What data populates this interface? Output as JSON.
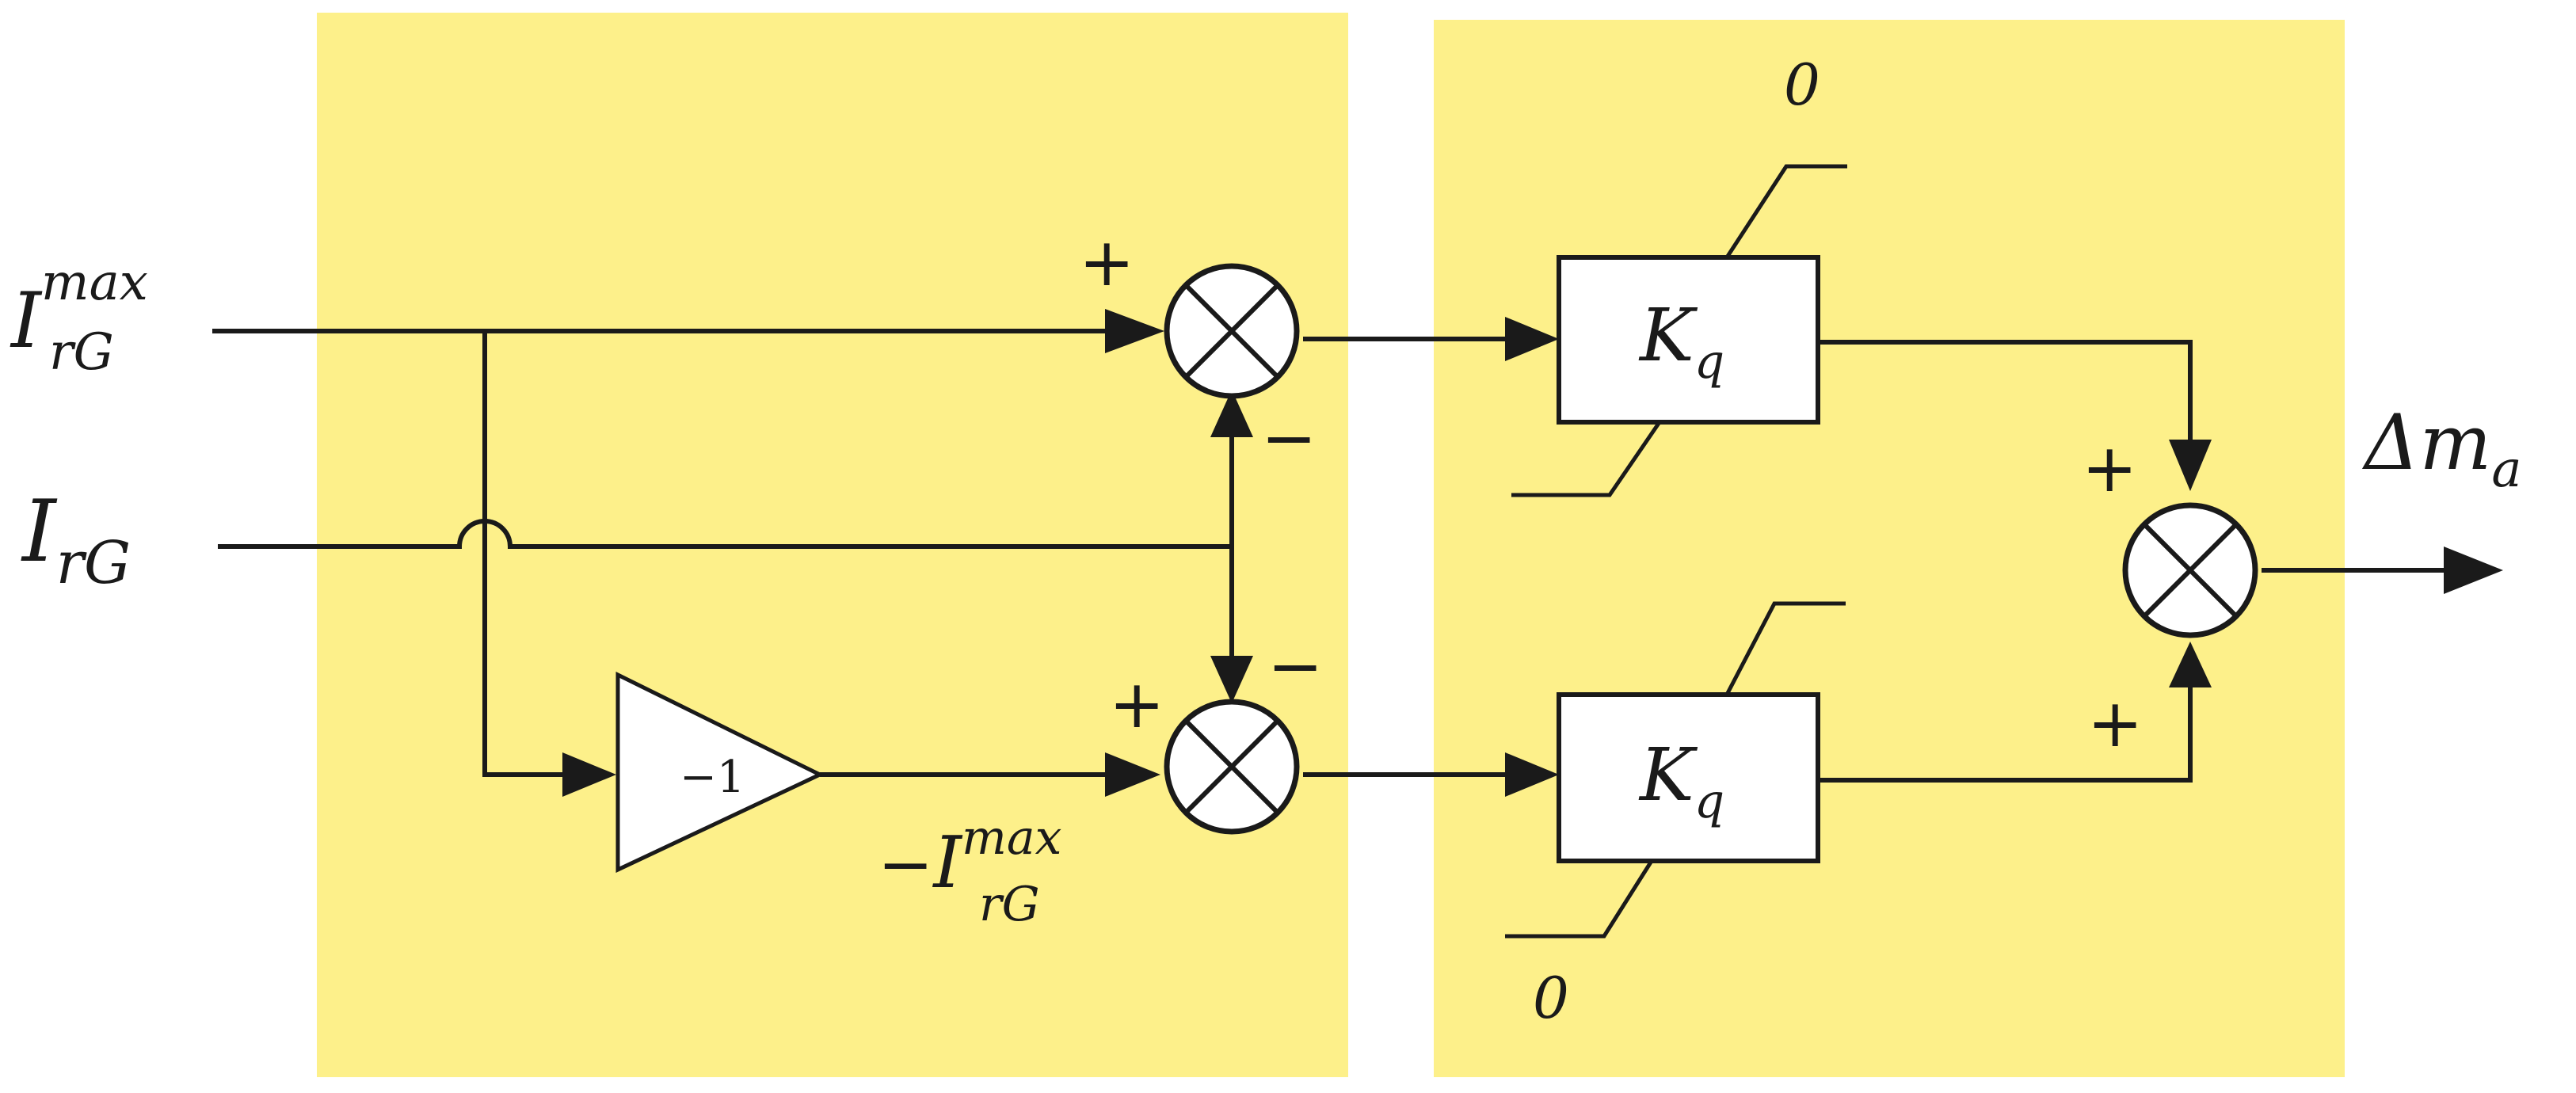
{
  "colors": {
    "panel": "#fdf08a",
    "line": "#1a1a1a",
    "block_fill": "#ffffff"
  },
  "labels": {
    "i_max_main": "I",
    "i_max_sup": "max",
    "i_max_sub": "rG",
    "i_rg_main": "I",
    "i_rg_sub": "rG",
    "neg_prefix": "−",
    "neg_main": "I",
    "neg_sup": "max",
    "neg_sub": "rG",
    "gain": "−1",
    "kq_top_main": "K",
    "kq_top_sub": "q",
    "kq_bottom_main": "K",
    "kq_bottom_sub": "q",
    "delta_main": "Δm",
    "delta_sub": "a",
    "limit_top": "0",
    "limit_bottom": "0"
  },
  "signs": {
    "sum1_plus": "+",
    "sum1_minus": "−",
    "sum2_plus": "+",
    "sum2_minus": "−",
    "sum3_plus_top": "+",
    "sum3_plus_bottom": "+"
  }
}
